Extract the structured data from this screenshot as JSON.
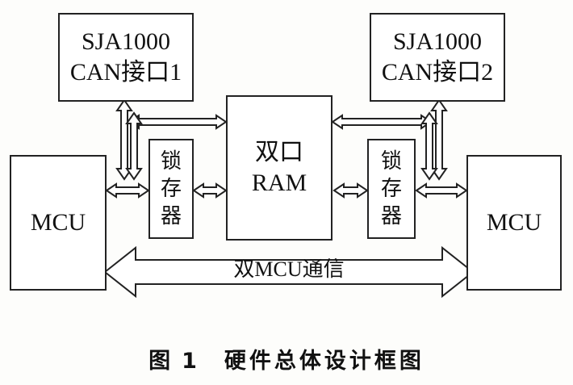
{
  "can1": {
    "line1": "SJA1000",
    "line2": "CAN接口1"
  },
  "can2": {
    "line1": "SJA1000",
    "line2": "CAN接口2"
  },
  "ram": {
    "line1": "双口",
    "line2": "RAM"
  },
  "latch": [
    "锁",
    "存",
    "器"
  ],
  "mcu_left": "MCU",
  "mcu_right": "MCU",
  "bus": "双MCU通信",
  "caption": {
    "prefix": "图",
    "number": "1",
    "title": "硬件总体设计框图"
  }
}
